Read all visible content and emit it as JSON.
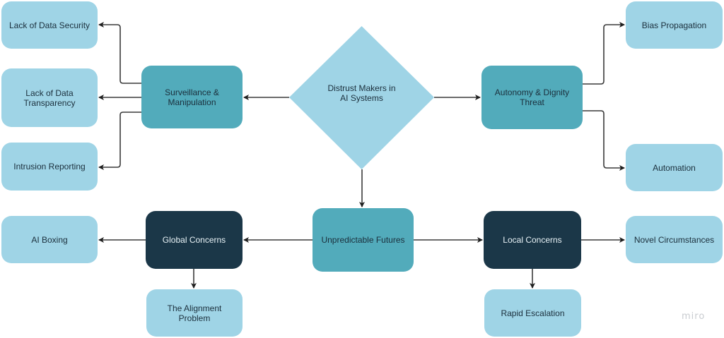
{
  "diagram": {
    "root": {
      "id": "root",
      "label": "Distrust Makers in AI Systems",
      "label_lines": [
        "Distrust Makers in",
        "AI Systems"
      ],
      "shape": "diamond"
    },
    "nodes": [
      {
        "id": "surveillance",
        "label": "Surveillance & Manipulation",
        "level": "category"
      },
      {
        "id": "autonomy",
        "label": "Autonomy & Dignity Threat",
        "level": "category"
      },
      {
        "id": "unpredictable",
        "label": "Unpredictable Futures",
        "level": "category"
      },
      {
        "id": "global",
        "label": "Global Concerns",
        "level": "subcategory"
      },
      {
        "id": "local",
        "label": "Local Concerns",
        "level": "subcategory"
      },
      {
        "id": "security",
        "label": "Lack of Data Security",
        "level": "leaf"
      },
      {
        "id": "transparency",
        "label": "Lack of Data Transparency",
        "level": "leaf"
      },
      {
        "id": "intrusion",
        "label": "Intrusion Reporting",
        "level": "leaf"
      },
      {
        "id": "bias",
        "label": "Bias Propagation",
        "level": "leaf"
      },
      {
        "id": "automation",
        "label": "Automation",
        "level": "leaf"
      },
      {
        "id": "boxing",
        "label": "AI Boxing",
        "level": "leaf"
      },
      {
        "id": "alignment",
        "label": "The Alignment Problem",
        "level": "leaf"
      },
      {
        "id": "novel",
        "label": "Novel Circumstances",
        "level": "leaf"
      },
      {
        "id": "escalation",
        "label": "Rapid Escalation",
        "level": "leaf"
      }
    ],
    "edges": [
      {
        "from": "root",
        "to": "surveillance"
      },
      {
        "from": "root",
        "to": "autonomy"
      },
      {
        "from": "root",
        "to": "unpredictable"
      },
      {
        "from": "surveillance",
        "to": "security"
      },
      {
        "from": "surveillance",
        "to": "transparency"
      },
      {
        "from": "surveillance",
        "to": "intrusion"
      },
      {
        "from": "autonomy",
        "to": "bias"
      },
      {
        "from": "autonomy",
        "to": "automation"
      },
      {
        "from": "unpredictable",
        "to": "global"
      },
      {
        "from": "unpredictable",
        "to": "local"
      },
      {
        "from": "global",
        "to": "boxing"
      },
      {
        "from": "global",
        "to": "alignment"
      },
      {
        "from": "local",
        "to": "novel"
      },
      {
        "from": "local",
        "to": "escalation"
      }
    ],
    "colors": {
      "leaf": "#9fd4e6",
      "category": "#52abbb",
      "subcategory": "#1b3748",
      "connector": "#3a3a3a"
    }
  },
  "labels": {
    "root_line1": "Distrust Makers in",
    "root_line2": "AI Systems",
    "surveillance_line1": "Surveillance &",
    "surveillance_line2": "Manipulation",
    "autonomy_line1": "Autonomy & Dignity",
    "autonomy_line2": "Threat",
    "unpredictable": "Unpredictable Futures",
    "global": "Global Concerns",
    "local": "Local Concerns",
    "security": "Lack of Data Security",
    "transparency_line1": "Lack of Data",
    "transparency_line2": "Transparency",
    "intrusion": "Intrusion Reporting",
    "bias": "Bias Propagation",
    "automation": "Automation",
    "boxing": "AI Boxing",
    "alignment": "The Alignment Problem",
    "novel": "Novel Circumstances",
    "escalation": "Rapid Escalation"
  },
  "watermark": "miro"
}
